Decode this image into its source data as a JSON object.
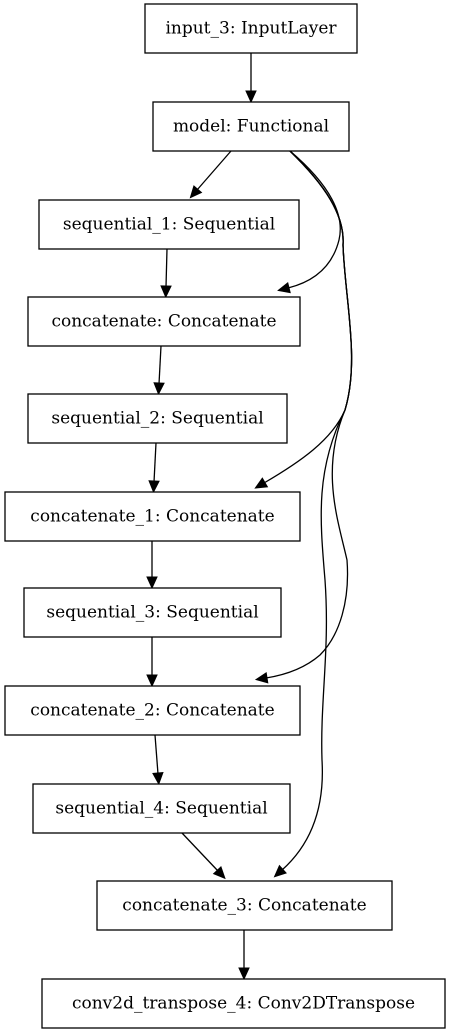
{
  "diagram": {
    "nodes": [
      {
        "id": "input_3",
        "label": "input_3: InputLayer"
      },
      {
        "id": "model",
        "label": "model: Functional"
      },
      {
        "id": "sequential_1",
        "label": "sequential_1: Sequential"
      },
      {
        "id": "concatenate",
        "label": "concatenate: Concatenate"
      },
      {
        "id": "sequential_2",
        "label": "sequential_2: Sequential"
      },
      {
        "id": "concatenate_1",
        "label": "concatenate_1: Concatenate"
      },
      {
        "id": "sequential_3",
        "label": "sequential_3: Sequential"
      },
      {
        "id": "concatenate_2",
        "label": "concatenate_2: Concatenate"
      },
      {
        "id": "sequential_4",
        "label": "sequential_4: Sequential"
      },
      {
        "id": "concatenate_3",
        "label": "concatenate_3: Concatenate"
      },
      {
        "id": "conv2d_transpose_4",
        "label": "conv2d_transpose_4: Conv2DTranspose"
      }
    ],
    "edges": [
      {
        "from": "input_3",
        "to": "model"
      },
      {
        "from": "model",
        "to": "sequential_1"
      },
      {
        "from": "model",
        "to": "concatenate"
      },
      {
        "from": "model",
        "to": "concatenate_1"
      },
      {
        "from": "model",
        "to": "concatenate_2"
      },
      {
        "from": "model",
        "to": "concatenate_3"
      },
      {
        "from": "sequential_1",
        "to": "concatenate"
      },
      {
        "from": "concatenate",
        "to": "sequential_2"
      },
      {
        "from": "sequential_2",
        "to": "concatenate_1"
      },
      {
        "from": "concatenate_1",
        "to": "sequential_3"
      },
      {
        "from": "sequential_3",
        "to": "concatenate_2"
      },
      {
        "from": "concatenate_2",
        "to": "sequential_4"
      },
      {
        "from": "sequential_4",
        "to": "concatenate_3"
      },
      {
        "from": "concatenate_3",
        "to": "conv2d_transpose_4"
      }
    ]
  }
}
